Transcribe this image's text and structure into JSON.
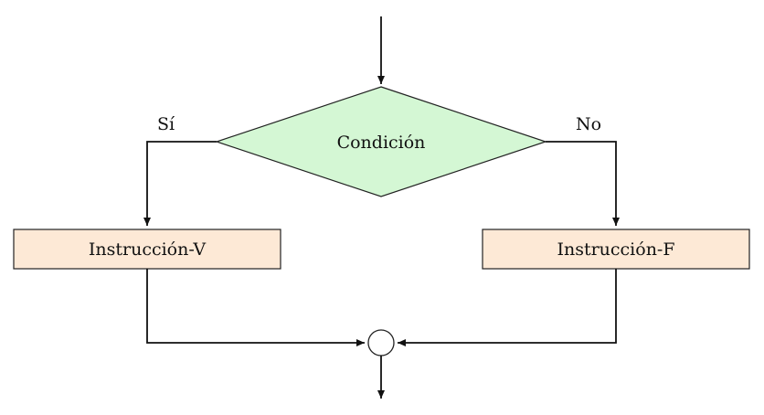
{
  "flowchart": {
    "decision": {
      "label": "Condición",
      "fill": "#d4f7d4"
    },
    "branch_true": {
      "label": "Sí"
    },
    "branch_false": {
      "label": "No"
    },
    "instruction_true": {
      "label": "Instrucción-V",
      "fill": "#fde9d6"
    },
    "instruction_false": {
      "label": "Instrucción-F",
      "fill": "#fde9d6"
    }
  }
}
